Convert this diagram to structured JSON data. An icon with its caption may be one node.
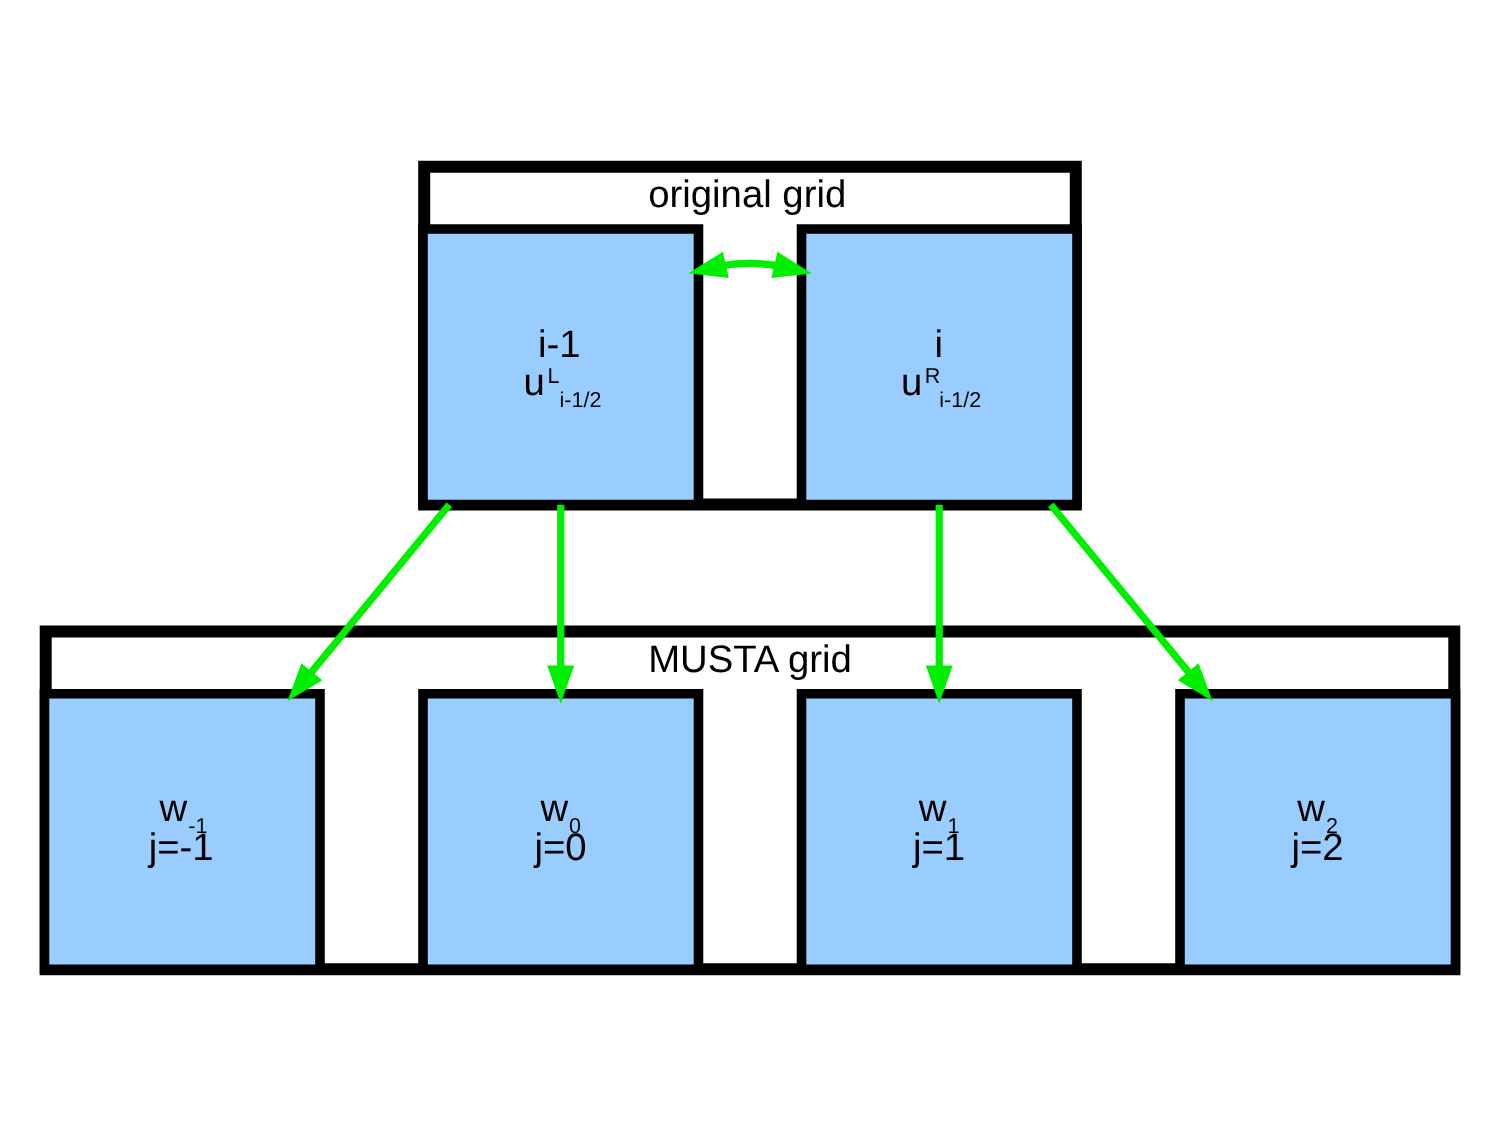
{
  "diagram": {
    "nodes": [
      {
        "text": [
          "original grid"
        ]
      },
      {
        "text": [
          "i-1",
          "u$^{L}$$_{i-1/2}$"
        ],
        "in": 0
      },
      {
        "text": [
          "i",
          "u$^{R}$$_{i-1/2}$"
        ],
        "in": 0
      },
      {
        "text": [
          "MUSTA grid"
        ]
      },
      {
        "text": [
          "w$_{-1}$",
          "j=-1"
        ],
        "in": 3
      },
      {
        "text": [
          "w$_{0}$",
          "j=0"
        ],
        "in": 3
      },
      {
        "text": [
          "w$_{1}$",
          "j=1"
        ],
        "in": 3
      },
      {
        "text": [
          "w$_{2}$",
          "j=2"
        ],
        "in": 3
      }
    ],
    "edges": [
      {
        "from": 1,
        "to": 2,
        "arrow": "both"
      },
      {
        "from": 1,
        "to": 4,
        "arrow": "to"
      },
      {
        "from": 1,
        "to": 5,
        "arrow": "to"
      },
      {
        "from": 2,
        "to": 6,
        "arrow": "to"
      },
      {
        "from": 2,
        "to": 7,
        "arrow": "to"
      }
    ]
  }
}
